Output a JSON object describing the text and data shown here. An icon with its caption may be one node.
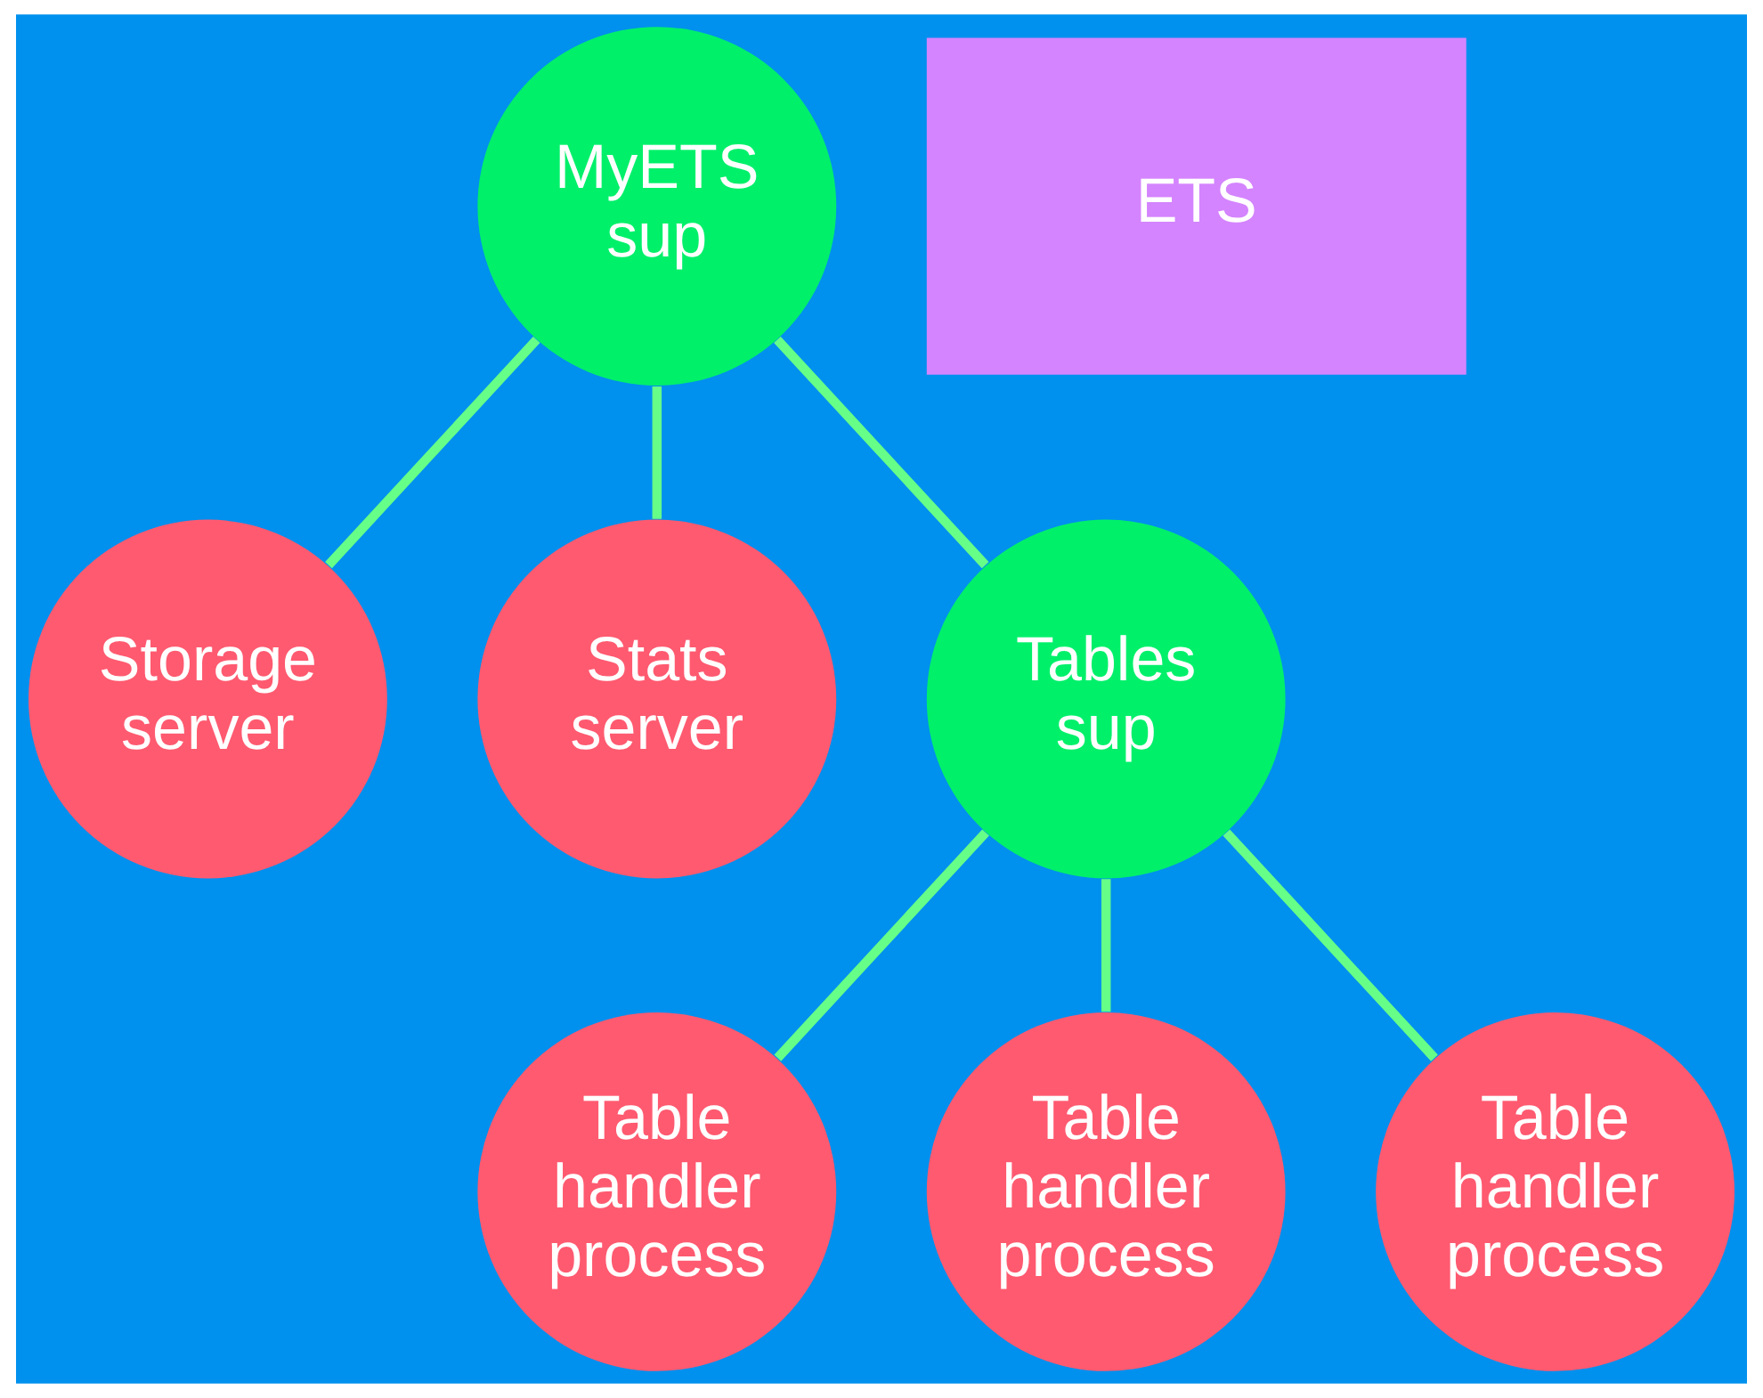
{
  "diagram": {
    "nodes": [
      {
        "text": [
          "MyETS sup"
        ]
      },
      {
        "text": [
          "ETS"
        ]
      },
      {
        "text": [
          "Storage server"
        ]
      },
      {
        "text": [
          "Stats server"
        ]
      },
      {
        "text": [
          "Tables sup"
        ]
      },
      {
        "text": [
          "Table handler process"
        ]
      },
      {
        "text": [
          "Table handler process"
        ]
      },
      {
        "text": [
          "Table handler process"
        ]
      }
    ],
    "edges": [
      {
        "from": 0,
        "to": 2,
        "arrow": "none"
      },
      {
        "from": 0,
        "to": 3,
        "arrow": "none"
      },
      {
        "from": 0,
        "to": 4,
        "arrow": "none"
      },
      {
        "from": 4,
        "to": 5,
        "arrow": "none"
      },
      {
        "from": 4,
        "to": 6,
        "arrow": "none"
      },
      {
        "from": 4,
        "to": 7,
        "arrow": "none"
      }
    ]
  }
}
